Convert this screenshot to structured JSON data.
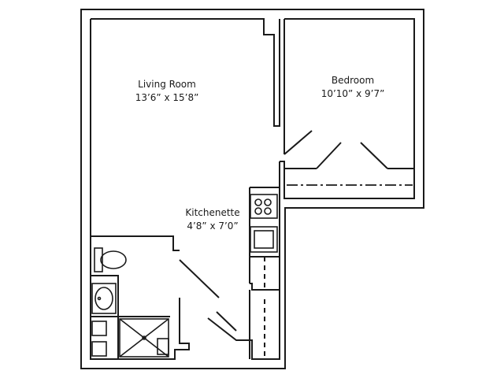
{
  "rooms": {
    "living": {
      "name": "Living Room",
      "size": "13’6” x 15’8”"
    },
    "bedroom": {
      "name": "Bedroom",
      "size": "10’10” x 9’7”"
    },
    "kitchen": {
      "name": "Kitchenette",
      "size": "4’8” x 7’0”"
    }
  },
  "icons": [
    "toilet-icon",
    "sink-icon",
    "shower-icon",
    "stove-icon",
    "microwave-icon",
    "closet-rod-icon"
  ]
}
